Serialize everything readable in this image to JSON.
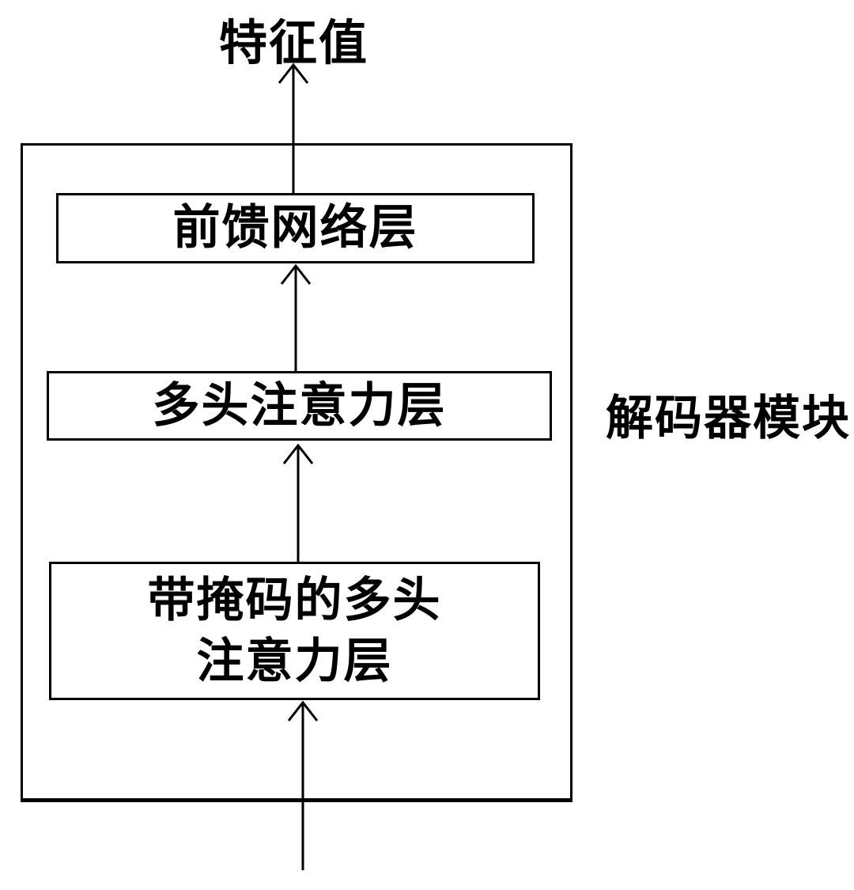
{
  "diagram": {
    "type": "flow-diagram",
    "output_label": "特征值",
    "module_label": "解码器模块",
    "boxes": [
      {
        "id": "feed-forward-layer",
        "label": "前馈网络层"
      },
      {
        "id": "multi-head-attention-layer",
        "label": "多头注意力层"
      },
      {
        "id": "masked-multi-head-attention-layer",
        "label_line1": "带掩码的多头",
        "label_line2": "注意力层"
      }
    ],
    "edges": [
      {
        "from": "external-input",
        "to": "masked-multi-head-attention-layer"
      },
      {
        "from": "masked-multi-head-attention-layer",
        "to": "multi-head-attention-layer"
      },
      {
        "from": "multi-head-attention-layer",
        "to": "feed-forward-layer"
      },
      {
        "from": "feed-forward-layer",
        "to": "output_label"
      }
    ],
    "colors": {
      "line": "#000000",
      "background": "#ffffff",
      "text": "#000000"
    }
  }
}
